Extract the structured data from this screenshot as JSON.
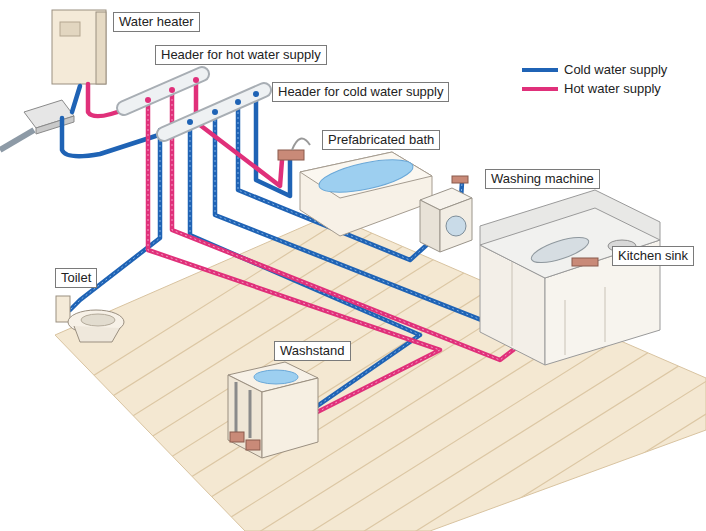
{
  "diagram": {
    "nodes": [
      {
        "text": [
          "Water heater"
        ]
      },
      {
        "text": [
          "Header for hot water supply"
        ]
      },
      {
        "text": [
          "Header for cold water supply"
        ]
      },
      {
        "text": [
          "Prefabricated bath"
        ]
      },
      {
        "text": [
          "Washing machine"
        ]
      },
      {
        "text": [
          "Kitchen sink"
        ]
      },
      {
        "text": [
          "Toilet"
        ]
      },
      {
        "text": [
          "Washstand"
        ]
      }
    ],
    "legend": [
      {
        "text": "Cold water supply",
        "color": "#1f63b5"
      },
      {
        "text": "Hot water supply",
        "color": "#e0307a"
      }
    ]
  }
}
